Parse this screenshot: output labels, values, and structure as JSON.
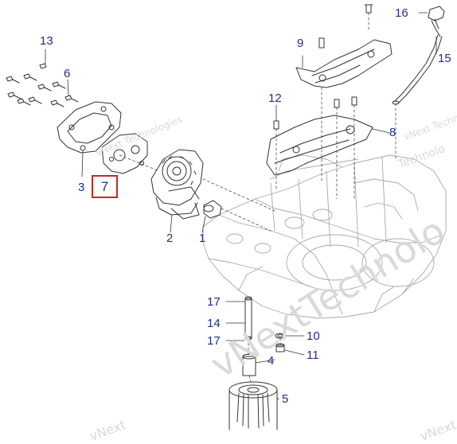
{
  "diagram": {
    "callouts": {
      "p1": "1",
      "p2": "2",
      "p3": "3",
      "p4": "4",
      "p5": "5",
      "p6": "6",
      "p7": "7",
      "p8": "8",
      "p9": "9",
      "p10": "10",
      "p11": "11",
      "p12": "12",
      "p13": "13",
      "p14": "14",
      "p15": "15",
      "p16": "16",
      "p17a": "17",
      "p17b": "17"
    },
    "highlighted_callout": "7",
    "watermarks": {
      "w1": "vNext Technologies",
      "w2": "vNext Techn",
      "w3": "Technolo",
      "w4": "vNextTechnolo",
      "w5": "vNext",
      "w6": "vNext"
    },
    "colors": {
      "callout_text": "#1f2f8a",
      "highlight_border": "#c62828",
      "line_art": "#333333",
      "watermark": "#d9d9d9"
    }
  }
}
